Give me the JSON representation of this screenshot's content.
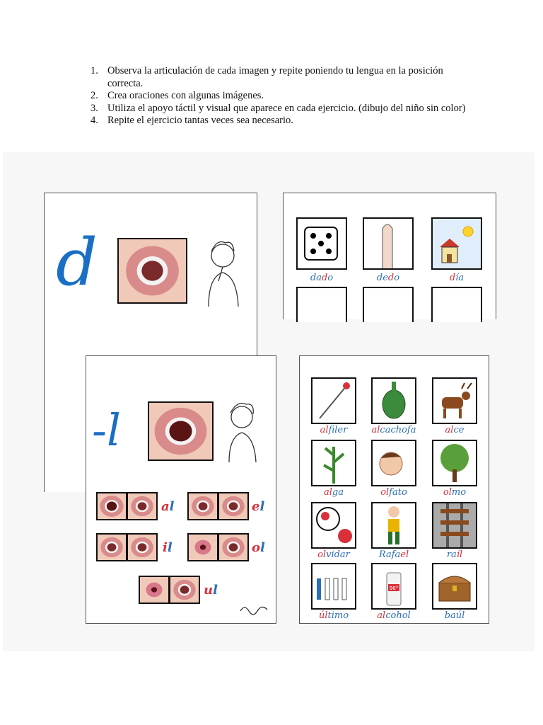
{
  "instructions": [
    {
      "num": "1.",
      "text": "Observa la articulación de cada imagen y repite poniendo tu lengua en la posición correcta."
    },
    {
      "num": "2.",
      "text": "Crea oraciones con algunas imágenes."
    },
    {
      "num": "3.",
      "text": "Utiliza el apoyo táctil y visual que aparece en cada ejercicio. (dibujo del niño sin color)"
    },
    {
      "num": "4.",
      "text": "Repite el ejercicio tantas veces sea necesario."
    }
  ],
  "card_d": {
    "letter": "d",
    "words": [
      {
        "a": "da",
        "b": "d",
        "c": "o",
        "pre_color": "blue"
      },
      {
        "a": "de",
        "b": "d",
        "c": "o",
        "pre_color": "blue"
      },
      {
        "a": "",
        "b": "d",
        "c": "ía",
        "pre_color": "blue"
      }
    ]
  },
  "card_l": {
    "letter": "-l",
    "syllables": [
      {
        "v": "a",
        "c": "l"
      },
      {
        "v": "e",
        "c": "l"
      },
      {
        "v": "i",
        "c": "l"
      },
      {
        "v": "o",
        "c": "l"
      },
      {
        "v": "u",
        "c": "l"
      }
    ],
    "words": [
      {
        "pre": "",
        "red": "al",
        "post": "filer"
      },
      {
        "pre": "",
        "red": "al",
        "post": "cachofa"
      },
      {
        "pre": "",
        "red": "al",
        "post": "ce"
      },
      {
        "pre": "",
        "red": "al",
        "post": "ga"
      },
      {
        "pre": "",
        "red": "ol",
        "post": "fato"
      },
      {
        "pre": "",
        "red": "ol",
        "post": "mo"
      },
      {
        "pre": "",
        "red": "ol",
        "post": "vidar"
      },
      {
        "pre": "Rafa",
        "red": "el",
        "post": ""
      },
      {
        "pre": "ra",
        "red": "íl",
        "post": ""
      },
      {
        "pre": "",
        "red": "úl",
        "post": "timo"
      },
      {
        "pre": "",
        "red": "al",
        "post": "cohol"
      },
      {
        "pre": "",
        "red": "",
        "post": "baúl"
      }
    ],
    "alcohol_label": "96°"
  },
  "colors": {
    "blue": "#1a6fc4",
    "red": "#d9303a"
  }
}
